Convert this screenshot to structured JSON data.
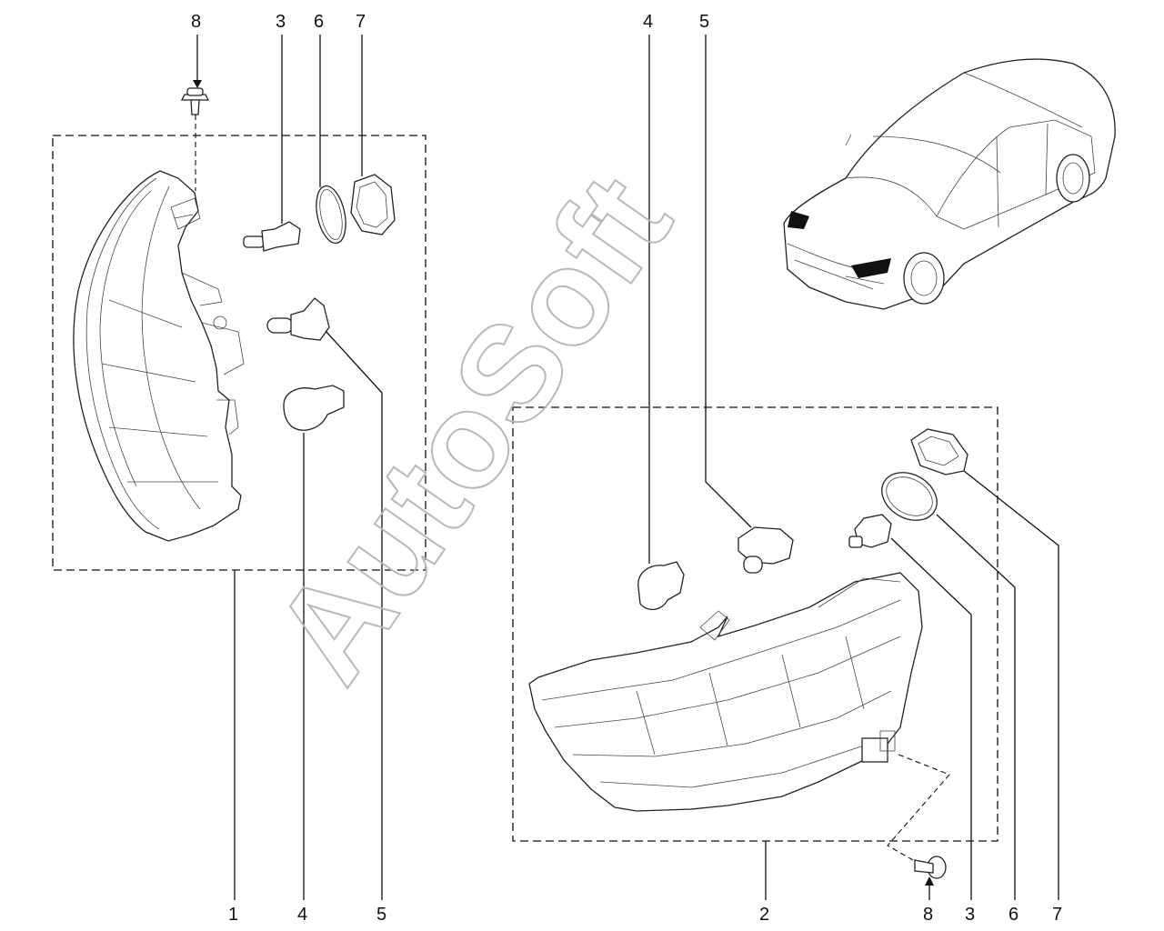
{
  "watermark": "AutoSoft",
  "callouts": {
    "left_top_8": "8",
    "left_top_3": "3",
    "left_top_6": "6",
    "left_top_7": "7",
    "left_bottom_1": "1",
    "left_bottom_4": "4",
    "left_bottom_5": "5",
    "right_top_4": "4",
    "right_top_5": "5",
    "right_bottom_2": "2",
    "right_bottom_8": "8",
    "right_bottom_3": "3",
    "right_bottom_6": "6",
    "right_bottom_7": "7"
  },
  "colors": {
    "line": "#111111",
    "watermark_stroke": "#b8b8b8",
    "car_highlight": "#111111"
  }
}
